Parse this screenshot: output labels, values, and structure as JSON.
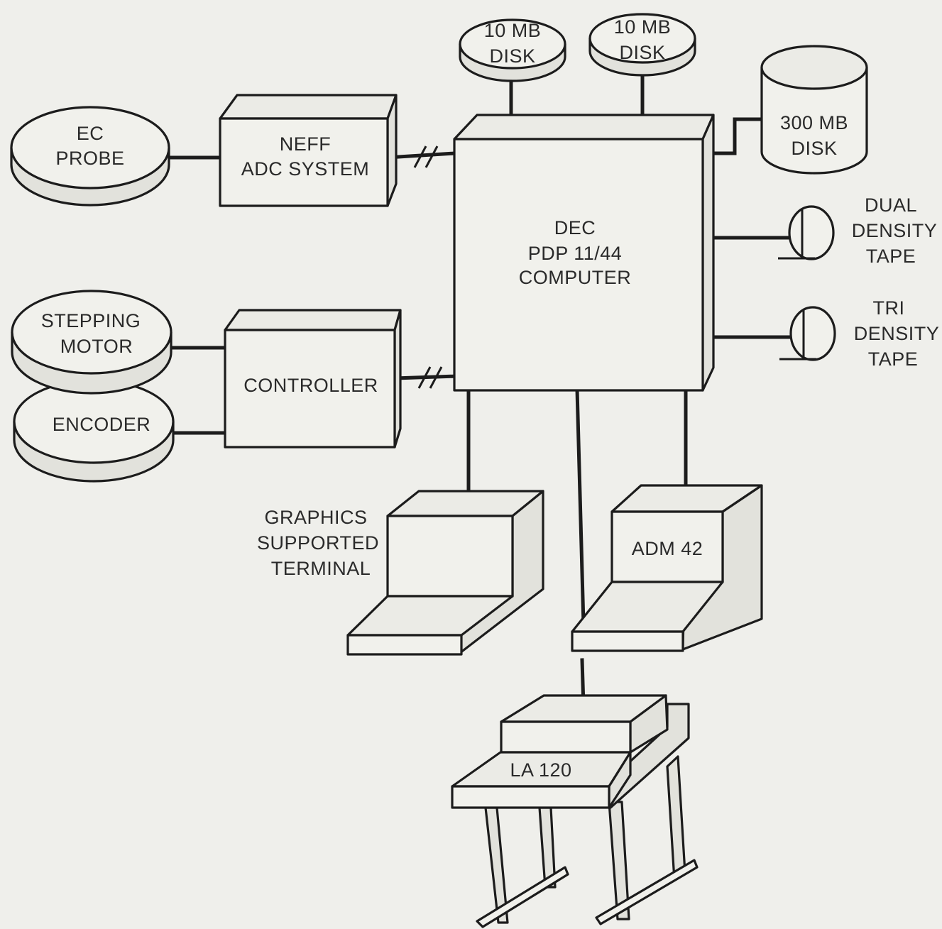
{
  "labels": {
    "ec_probe_1": "EC",
    "ec_probe_2": "PROBE",
    "neff_1": "NEFF",
    "neff_2": "ADC SYSTEM",
    "disk1_1": "10 MB",
    "disk1_2": "DISK",
    "disk2_1": "10 MB",
    "disk2_2": "DISK",
    "disk300_1": "300 MB",
    "disk300_2": "DISK",
    "computer_1": "DEC",
    "computer_2": "PDP 11/44",
    "computer_3": "COMPUTER",
    "dual_1": "DUAL",
    "dual_2": "DENSITY",
    "dual_3": "TAPE",
    "tri_1": "TRI",
    "tri_2": "DENSITY",
    "tri_3": "TAPE",
    "stepping_1": "STEPPING",
    "stepping_2": "MOTOR",
    "encoder": "ENCODER",
    "controller": "CONTROLLER",
    "graphics_1": "GRAPHICS",
    "graphics_2": "SUPPORTED",
    "graphics_3": "TERMINAL",
    "adm": "ADM 42",
    "la": "LA 120"
  }
}
